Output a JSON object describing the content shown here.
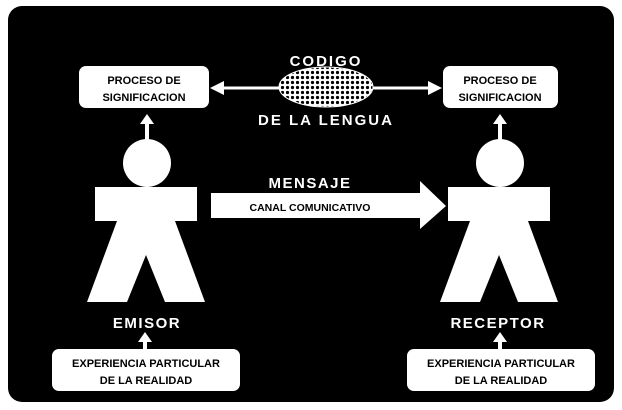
{
  "colors": {
    "background": "#ffffff",
    "panel": "#000000",
    "figure": "#ffffff",
    "text_on_dark": "#ffffff",
    "text_on_light": "#000000"
  },
  "code": {
    "top": "CODIGO",
    "bottom": "DE  LA  LENGUA"
  },
  "process": {
    "line1": "PROCESO DE",
    "line2": "SIGNIFICACION"
  },
  "message": {
    "title": "MENSAJE",
    "channel": "CANAL COMUNICATIVO"
  },
  "sender": {
    "label": "EMISOR"
  },
  "receiver": {
    "label": "RECEPTOR"
  },
  "experience": {
    "line1": "EXPERIENCIA PARTICULAR",
    "line2": "DE LA REALIDAD"
  }
}
